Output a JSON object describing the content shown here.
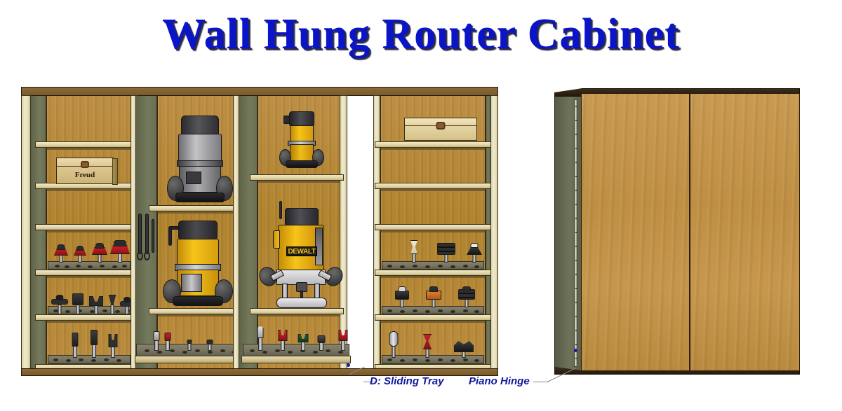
{
  "title": "Wall Hung Router Cabinet",
  "colors": {
    "title_blue": "#0a14c8",
    "callout_blue": "#10189b",
    "wood_back": "#b1842f",
    "wood_door": "#bf8f44",
    "shelf_cream": "#e0d3a4",
    "side_olive": "#6f735a",
    "bit_deck_gray": "#76725f",
    "dewalt_yellow": "#f6c419",
    "router_gray": "#9a9a9c"
  },
  "callouts": [
    {
      "id": "sliding-tray",
      "label": "D: Sliding Tray"
    },
    {
      "id": "piano-hinge",
      "label": "Piano Hinge"
    }
  ],
  "views": {
    "open": {
      "name": "open-cabinet-view",
      "bays": [
        {
          "id": "bay-left",
          "shelf_count": 5,
          "contents": [
            "freud-bit-box",
            "red-router-bits",
            "black-profile-bits",
            "straight-bits"
          ]
        },
        {
          "id": "bay-center-left",
          "shelf_count": 2,
          "contents": [
            "gray-fixed-base-router",
            "yellow-fixed-base-router",
            "wrench-set",
            "sliding-tray"
          ]
        },
        {
          "id": "bay-center-right",
          "shelf_count": 2,
          "contents": [
            "yellow-trim-router",
            "dewalt-plunge-router",
            "sliding-tray"
          ]
        },
        {
          "id": "bay-right",
          "shelf_count": 5,
          "contents": [
            "wooden-storage-box",
            "profile-bits",
            "rabbeting-bits",
            "specialty-bits"
          ]
        }
      ]
    },
    "closed": {
      "name": "closed-cabinet-view",
      "doors": 2,
      "hinge": "piano-hinge"
    }
  },
  "labels": {
    "freud_box": "Freud",
    "dewalt_logo": "DEWALT"
  }
}
